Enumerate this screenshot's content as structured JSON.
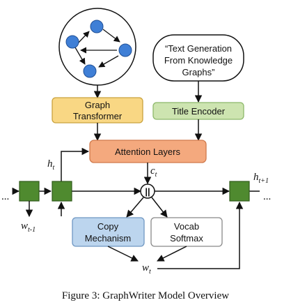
{
  "graph_node_count": 4,
  "boxes": {
    "graph_transformer": {
      "line1": "Graph",
      "line2": "Transformer",
      "fill": "#f9d784",
      "stroke": "#c9a23d"
    },
    "title_encoder": {
      "line1": "Title Encoder",
      "fill": "#cde4b0",
      "stroke": "#8db86a"
    },
    "attention_layers": {
      "line1": "Attention Layers",
      "fill": "#f4a97e",
      "stroke": "#d07a4c"
    },
    "copy_mechanism": {
      "line1": "Copy",
      "line2": "Mechanism",
      "fill": "#bcd5ee",
      "stroke": "#6f97c2"
    },
    "vocab_softmax": {
      "line1": "Vocab",
      "line2": "Softmax",
      "fill": "#ffffff",
      "stroke": "#888888"
    }
  },
  "title_bubble": {
    "line1": "“Text Generation",
    "line2": "From Knowledge",
    "line3": "Graphs”"
  },
  "labels": {
    "h_t": {
      "main": "h",
      "sub": "t"
    },
    "h_t1": {
      "main": "h",
      "sub": "t+1"
    },
    "c_t": {
      "main": "c",
      "sub": "t"
    },
    "w_t_minus": {
      "main": "w",
      "sub": "t-1"
    },
    "w_t": {
      "main": "w",
      "sub": "t"
    },
    "concat_symbol": "||",
    "ellipsis": "..."
  },
  "caption": "Figure 3: GraphWriter Model Overview",
  "colors": {
    "node": "#3f7fd6",
    "node_stroke": "#1f4f95",
    "cell": "#4f8a2f",
    "cell_stroke": "#2f5a1a",
    "line": "#111111"
  }
}
